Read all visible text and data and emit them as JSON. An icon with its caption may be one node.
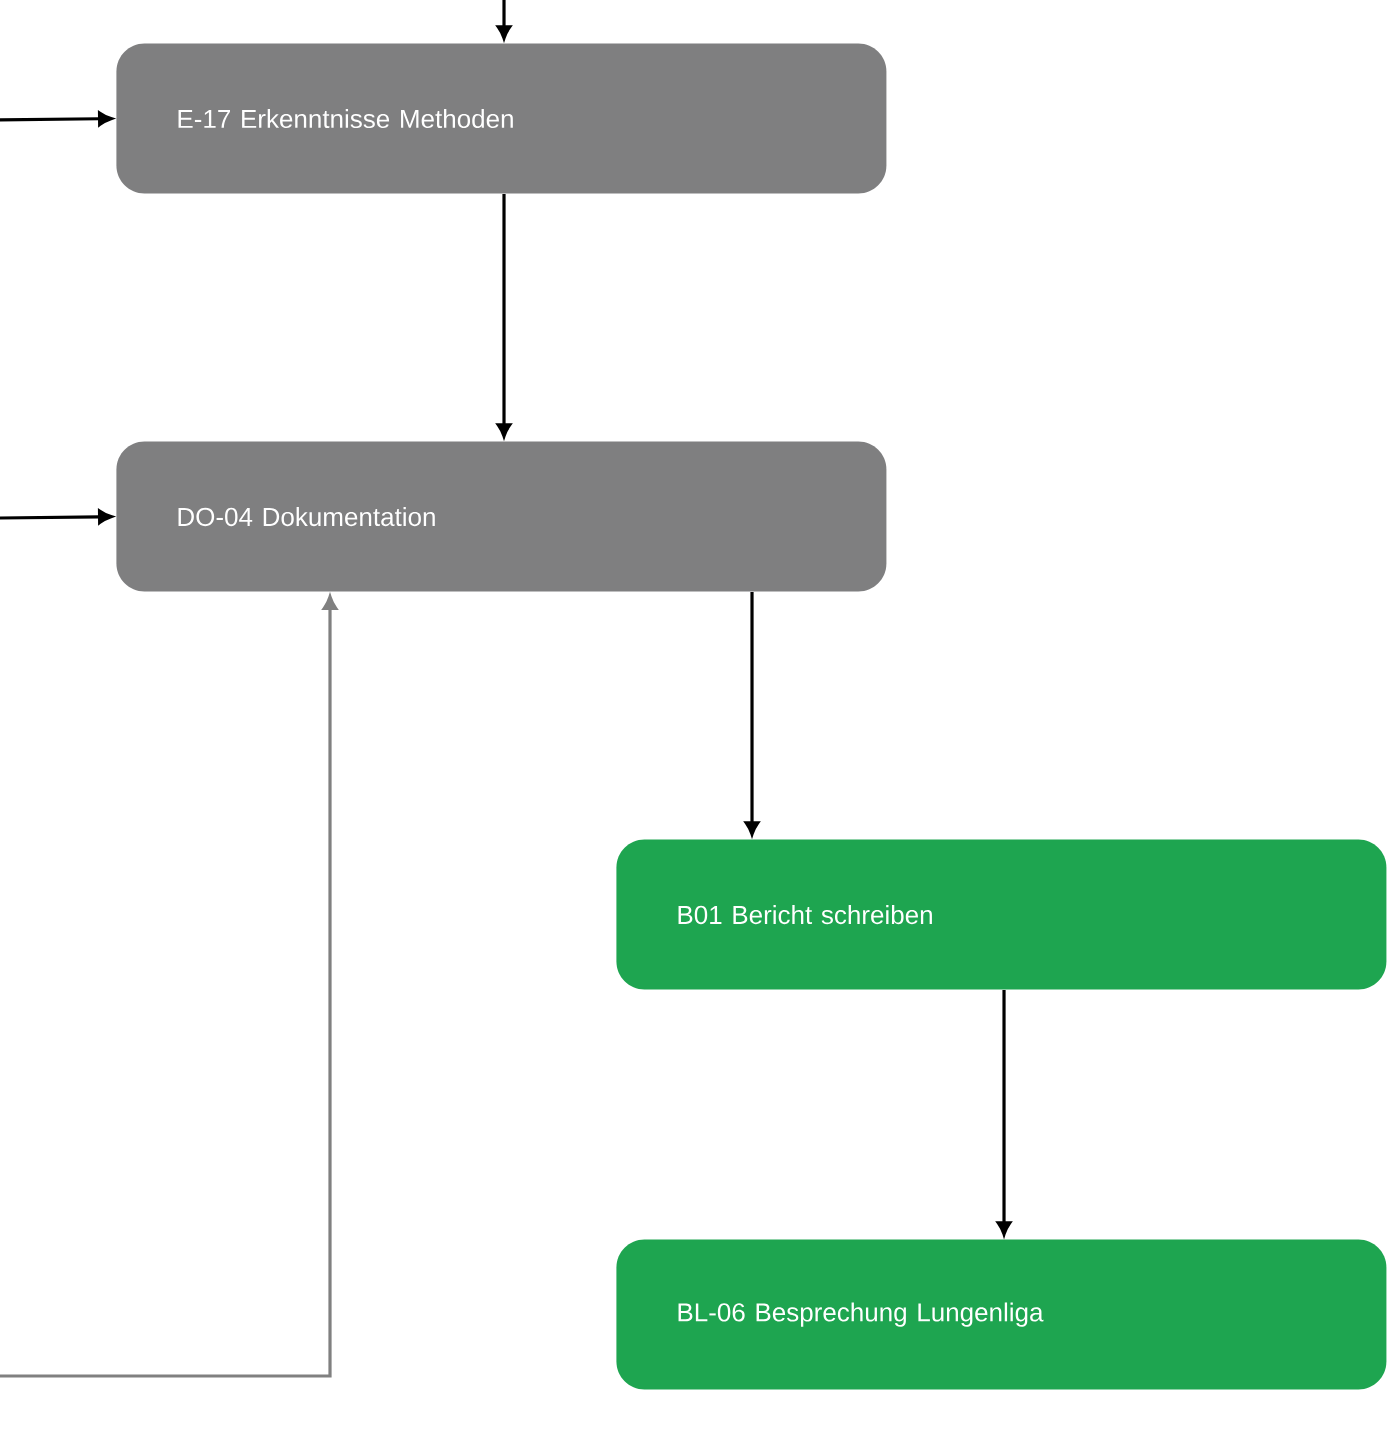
{
  "diagram": {
    "nodes": [
      {
        "text": [
          "E-17 Erkenntnisse Methoden"
        ]
      },
      {
        "text": [
          "DO-04 Dokumentation"
        ]
      },
      {
        "text": [
          "B01 Bericht schreiben"
        ]
      },
      {
        "text": [
          "BL-06 Besprechung Lungenliga"
        ]
      }
    ],
    "edges": [
      {
        "from": null,
        "to": 0,
        "arrow": "to"
      },
      {
        "from": null,
        "to": 0,
        "arrow": "to"
      },
      {
        "from": 0,
        "to": 1,
        "arrow": "to"
      },
      {
        "from": null,
        "to": 1,
        "arrow": "to"
      },
      {
        "from": 1,
        "to": 2,
        "arrow": "to"
      },
      {
        "from": 2,
        "to": 3,
        "arrow": "to"
      },
      {
        "from": null,
        "to": 1,
        "arrow": "to",
        "color": "#808080"
      }
    ]
  }
}
